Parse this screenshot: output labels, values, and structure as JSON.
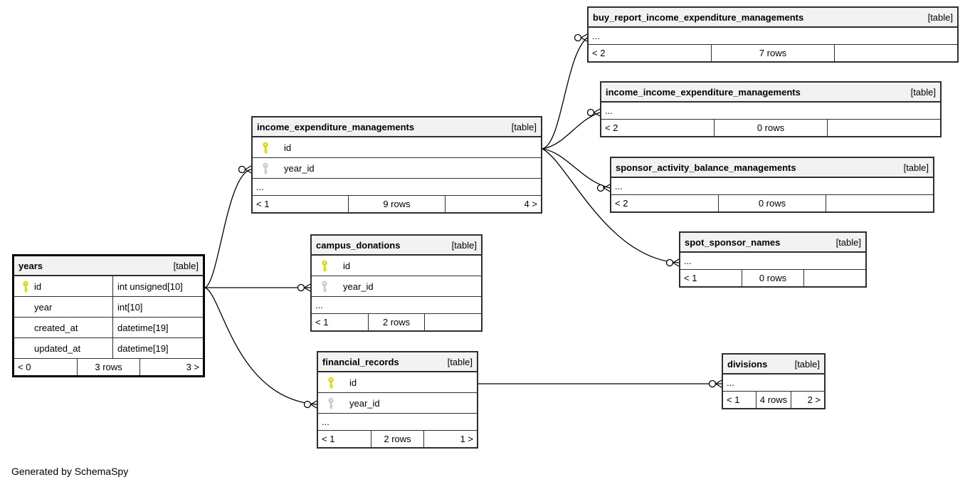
{
  "diagram": {
    "credit": "Generated by SchemaSpy",
    "colors": {
      "primary_key": "#d9d900",
      "primary_key_hole": "#ffffff",
      "foreign_key": "#c9c9c9",
      "header_bg": "#f2f2f2",
      "line": "#000000"
    },
    "tables": [
      {
        "id": "years",
        "name": "years",
        "badge": "[table]",
        "emphasized": true,
        "columns": [
          {
            "name": "id",
            "type": "int unsigned[10]",
            "key": "pk"
          },
          {
            "name": "year",
            "type": "int[10]",
            "key": null
          },
          {
            "name": "created_at",
            "type": "datetime[19]",
            "key": null
          },
          {
            "name": "updated_at",
            "type": "datetime[19]",
            "key": null
          }
        ],
        "ellipsis": false,
        "footer": {
          "left": "< 0",
          "center": "3 rows",
          "right": "3 >"
        }
      },
      {
        "id": "income_expenditure_managements",
        "name": "income_expenditure_managements",
        "badge": "[table]",
        "emphasized": false,
        "columns": [
          {
            "name": "id",
            "type": null,
            "key": "pk"
          },
          {
            "name": "year_id",
            "type": null,
            "key": "fk"
          }
        ],
        "ellipsis": true,
        "footer": {
          "left": "< 1",
          "center": "9 rows",
          "right": "4 >"
        }
      },
      {
        "id": "campus_donations",
        "name": "campus_donations",
        "badge": "[table]",
        "emphasized": false,
        "columns": [
          {
            "name": "id",
            "type": null,
            "key": "pk"
          },
          {
            "name": "year_id",
            "type": null,
            "key": "fk"
          }
        ],
        "ellipsis": true,
        "footer": {
          "left": "< 1",
          "center": "2 rows",
          "right": ""
        }
      },
      {
        "id": "financial_records",
        "name": "financial_records",
        "badge": "[table]",
        "emphasized": false,
        "columns": [
          {
            "name": "id",
            "type": null,
            "key": "pk"
          },
          {
            "name": "year_id",
            "type": null,
            "key": "fk"
          }
        ],
        "ellipsis": true,
        "footer": {
          "left": "< 1",
          "center": "2 rows",
          "right": "1 >"
        }
      },
      {
        "id": "buy_report_income_expenditure_managements",
        "name": "buy_report_income_expenditure_managements",
        "badge": "[table]",
        "emphasized": false,
        "columns": [],
        "ellipsis": true,
        "footer": {
          "left": "< 2",
          "center": "7 rows",
          "right": ""
        }
      },
      {
        "id": "income_income_expenditure_managements",
        "name": "income_income_expenditure_managements",
        "badge": "[table]",
        "emphasized": false,
        "columns": [],
        "ellipsis": true,
        "footer": {
          "left": "< 2",
          "center": "0 rows",
          "right": ""
        }
      },
      {
        "id": "sponsor_activity_balance_managements",
        "name": "sponsor_activity_balance_managements",
        "badge": "[table]",
        "emphasized": false,
        "columns": [],
        "ellipsis": true,
        "footer": {
          "left": "< 2",
          "center": "0 rows",
          "right": ""
        }
      },
      {
        "id": "spot_sponsor_names",
        "name": "spot_sponsor_names",
        "badge": "[table]",
        "emphasized": false,
        "columns": [],
        "ellipsis": true,
        "footer": {
          "left": "< 1",
          "center": "0 rows",
          "right": ""
        }
      },
      {
        "id": "divisions",
        "name": "divisions",
        "badge": "[table]",
        "emphasized": false,
        "columns": [],
        "ellipsis": true,
        "footer": {
          "left": "< 1",
          "center": "4 rows",
          "right": "2 >"
        }
      }
    ],
    "relationships": [
      {
        "from": "years.id",
        "to": "income_expenditure_managements.year_id"
      },
      {
        "from": "years.id",
        "to": "campus_donations.year_id"
      },
      {
        "from": "years.id",
        "to": "financial_records.year_id"
      },
      {
        "from": "income_expenditure_managements.id",
        "to": "buy_report_income_expenditure_managements"
      },
      {
        "from": "income_expenditure_managements.id",
        "to": "income_income_expenditure_managements"
      },
      {
        "from": "income_expenditure_managements.id",
        "to": "sponsor_activity_balance_managements"
      },
      {
        "from": "income_expenditure_managements.id",
        "to": "spot_sponsor_names"
      },
      {
        "from": "financial_records.id",
        "to": "divisions"
      }
    ]
  }
}
